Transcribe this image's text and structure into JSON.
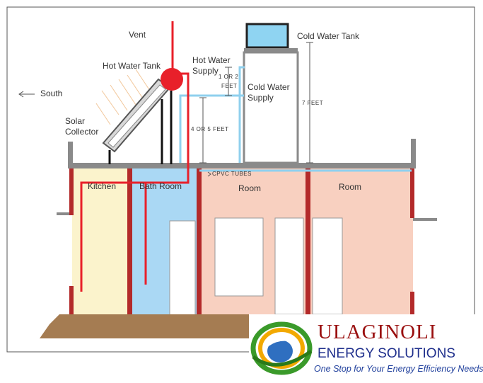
{
  "labels": {
    "vent": "Vent",
    "hot_water_tank": "Hot Water Tank",
    "hot_water_supply_1": "Hot Water",
    "hot_water_supply_2": "Supply",
    "cold_water_tank": "Cold Water Tank",
    "cold_water_supply_1": "Cold Water",
    "cold_water_supply_2": "Supply",
    "south": "South",
    "solar_collector_1": "Solar",
    "solar_collector_2": "Collector",
    "one_or_two_feet_1": "1 OR 2",
    "one_or_two_feet_2": "FEET",
    "four_or_five_feet": "4 OR 5 FEET",
    "seven_feet": "7 FEET",
    "cpvc_tubes": "CPVC TUBES",
    "kitchen": "Kitchen",
    "bath_room": "Bath Room",
    "room_1": "Room",
    "room_2": "Room"
  },
  "logo": {
    "line1": "ULAGINOLI",
    "line2": "ENERGY SOLUTIONS",
    "tagline": "One Stop for Your Energy Efficiency Needs"
  },
  "colors": {
    "hot_pipe": "#e8202a",
    "cold_pipe": "#8fd0ee",
    "wall": "#b32a2a",
    "kitchen_fill": "#fbf3cc",
    "bath_fill": "#aad8f4",
    "room_fill": "#f8d0c0",
    "slab": "#8a8a8a",
    "ground": "#a57c52"
  }
}
